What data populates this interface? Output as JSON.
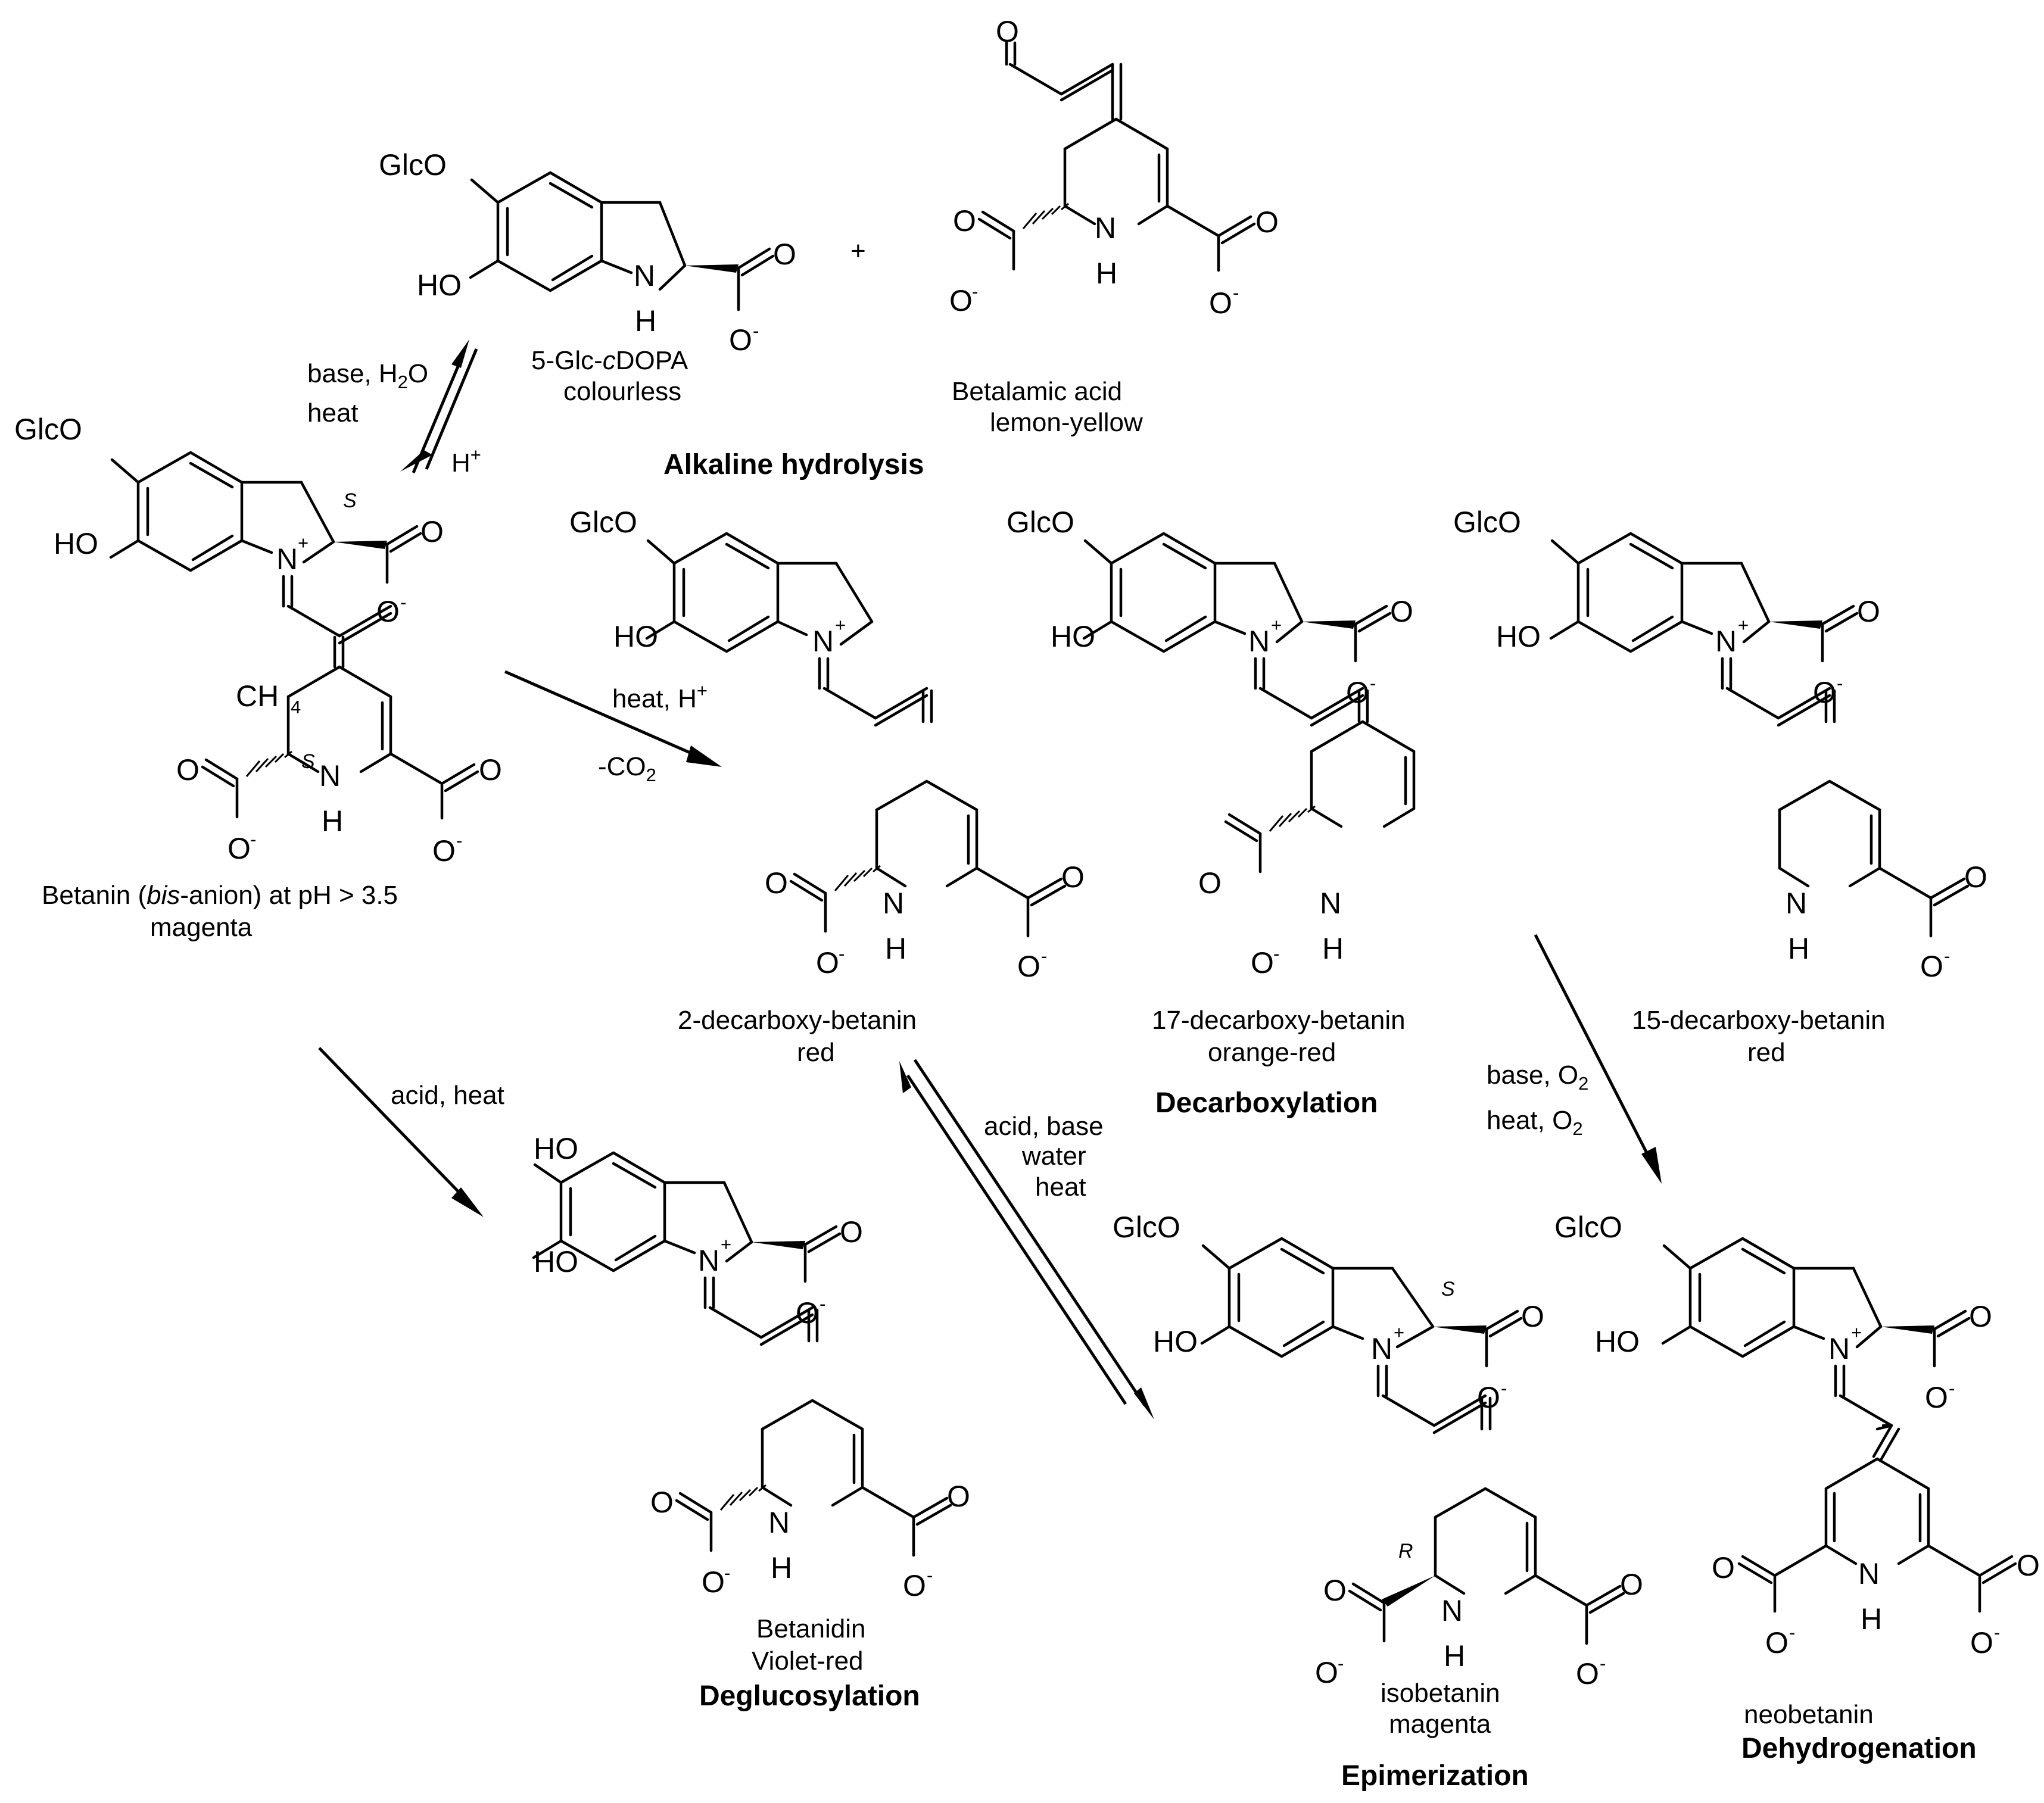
{
  "atoms": {
    "glco": "GlcO",
    "ho": "HO",
    "n": "N",
    "h": "H",
    "o": "O",
    "o_minus": "O",
    "minus": "-",
    "plus": "+",
    "ch4": "CH",
    "ch4_sub": "4",
    "s": "S",
    "r": "R",
    "plus_sign": "+"
  },
  "compounds": {
    "glc_cdopa": {
      "line1_pre": "5-Glc-",
      "line1_it": "c",
      "line1_post": "DOPA",
      "line2": "colourless"
    },
    "betalamic": {
      "line1": "Betalamic acid",
      "line2": "lemon-yellow"
    },
    "betanin": {
      "line1_pre": "Betanin (",
      "line1_it": "bis",
      "line1_post": "-anion) at pH > 3.5",
      "line2": "magenta"
    },
    "decarboxy2": {
      "line1": "2-decarboxy-betanin",
      "line2": "red"
    },
    "decarboxy17": {
      "line1": "17-decarboxy-betanin",
      "line2": "orange-red"
    },
    "decarboxy15": {
      "line1": "15-decarboxy-betanin",
      "line2": "red"
    },
    "betanidin": {
      "line1": "Betanidin",
      "line2": "Violet-red"
    },
    "isobetanin": {
      "line1": "isobetanin",
      "line2": "magenta"
    },
    "neobetanin": {
      "line1": "neobetanin"
    }
  },
  "processes": {
    "alkaline": "Alkaline hydrolysis",
    "decarboxylation": "Decarboxylation",
    "deglucosylation": "Deglucosylation",
    "epimerization": "Epimerization",
    "dehydrogenation": "Dehydrogenation"
  },
  "conditions": {
    "hydrolysis_fwd_1": "base, H",
    "hydrolysis_fwd_1_sub": "2",
    "hydrolysis_fwd_1_o": "O",
    "hydrolysis_fwd_2": "heat",
    "hydrolysis_rev": "H",
    "hydrolysis_rev_sup": "+",
    "decarb_1": "heat, H",
    "decarb_1_sup": "+",
    "decarb_2": "-CO",
    "decarb_2_sub": "2",
    "deglc": "acid, heat",
    "epim_1": "acid, base",
    "epim_2": "water",
    "epim_3": "heat",
    "dehyd_1": "base, O",
    "dehyd_1_sub": "2",
    "dehyd_2": "heat, O",
    "dehyd_2_sub": "2"
  }
}
